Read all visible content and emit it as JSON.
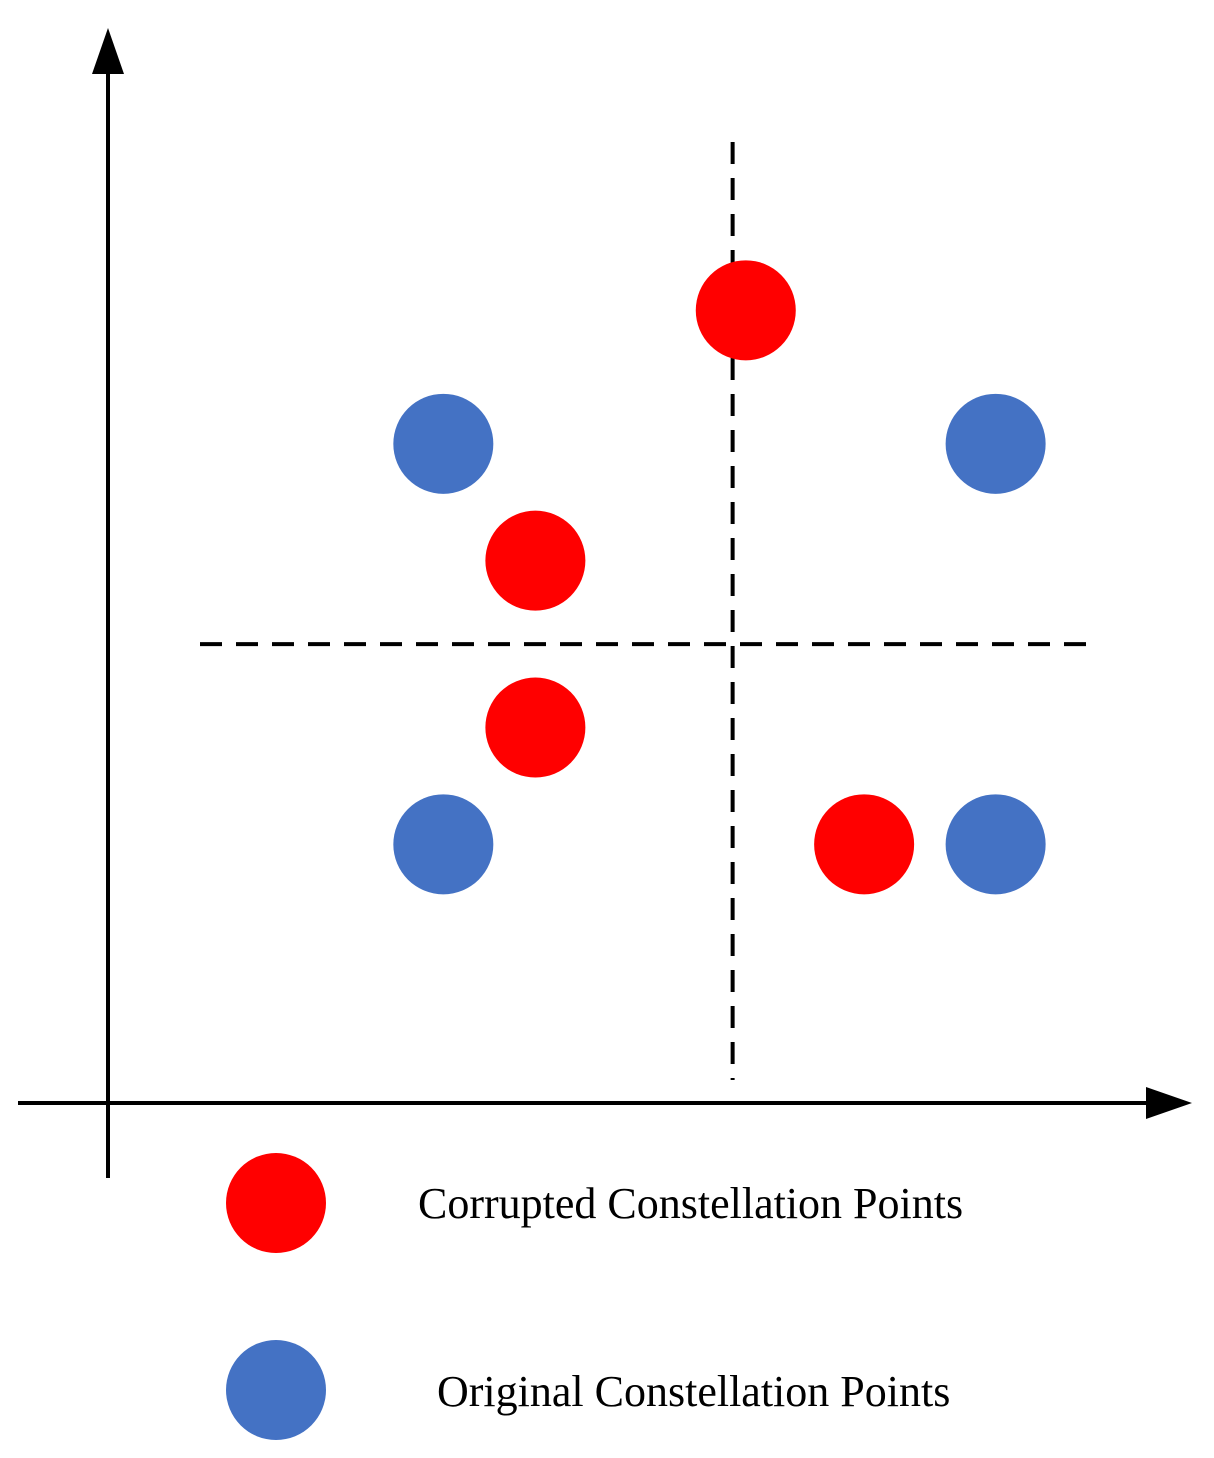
{
  "chart_data": {
    "type": "scatter",
    "title": "",
    "xlabel": "",
    "ylabel": "",
    "grid": false,
    "decision_boundaries": {
      "x": 2,
      "y": 0
    },
    "xlim": [
      -2.75,
      5.25
    ],
    "ylim": [
      -2.75,
      3.5
    ],
    "series": [
      {
        "name": "Corrupted Constellation Points",
        "color": "#FF0000",
        "points": [
          {
            "x": 2.1,
            "y": 2.0
          },
          {
            "x": 0.5,
            "y": 0.5
          },
          {
            "x": 0.5,
            "y": -0.5
          },
          {
            "x": 3.0,
            "y": -1.2
          }
        ]
      },
      {
        "name": "Original Constellation Points",
        "color": "#4472C4",
        "points": [
          {
            "x": -0.2,
            "y": 1.2
          },
          {
            "x": 4.0,
            "y": 1.2
          },
          {
            "x": -0.2,
            "y": -1.2
          },
          {
            "x": 4.0,
            "y": -1.2
          }
        ]
      }
    ],
    "legend": {
      "placement": "bottom",
      "entries": [
        {
          "label": "Corrupted Constellation Points",
          "color": "#FF0000"
        },
        {
          "label": "Original Constellation Points",
          "color": "#4472C4"
        }
      ]
    }
  }
}
